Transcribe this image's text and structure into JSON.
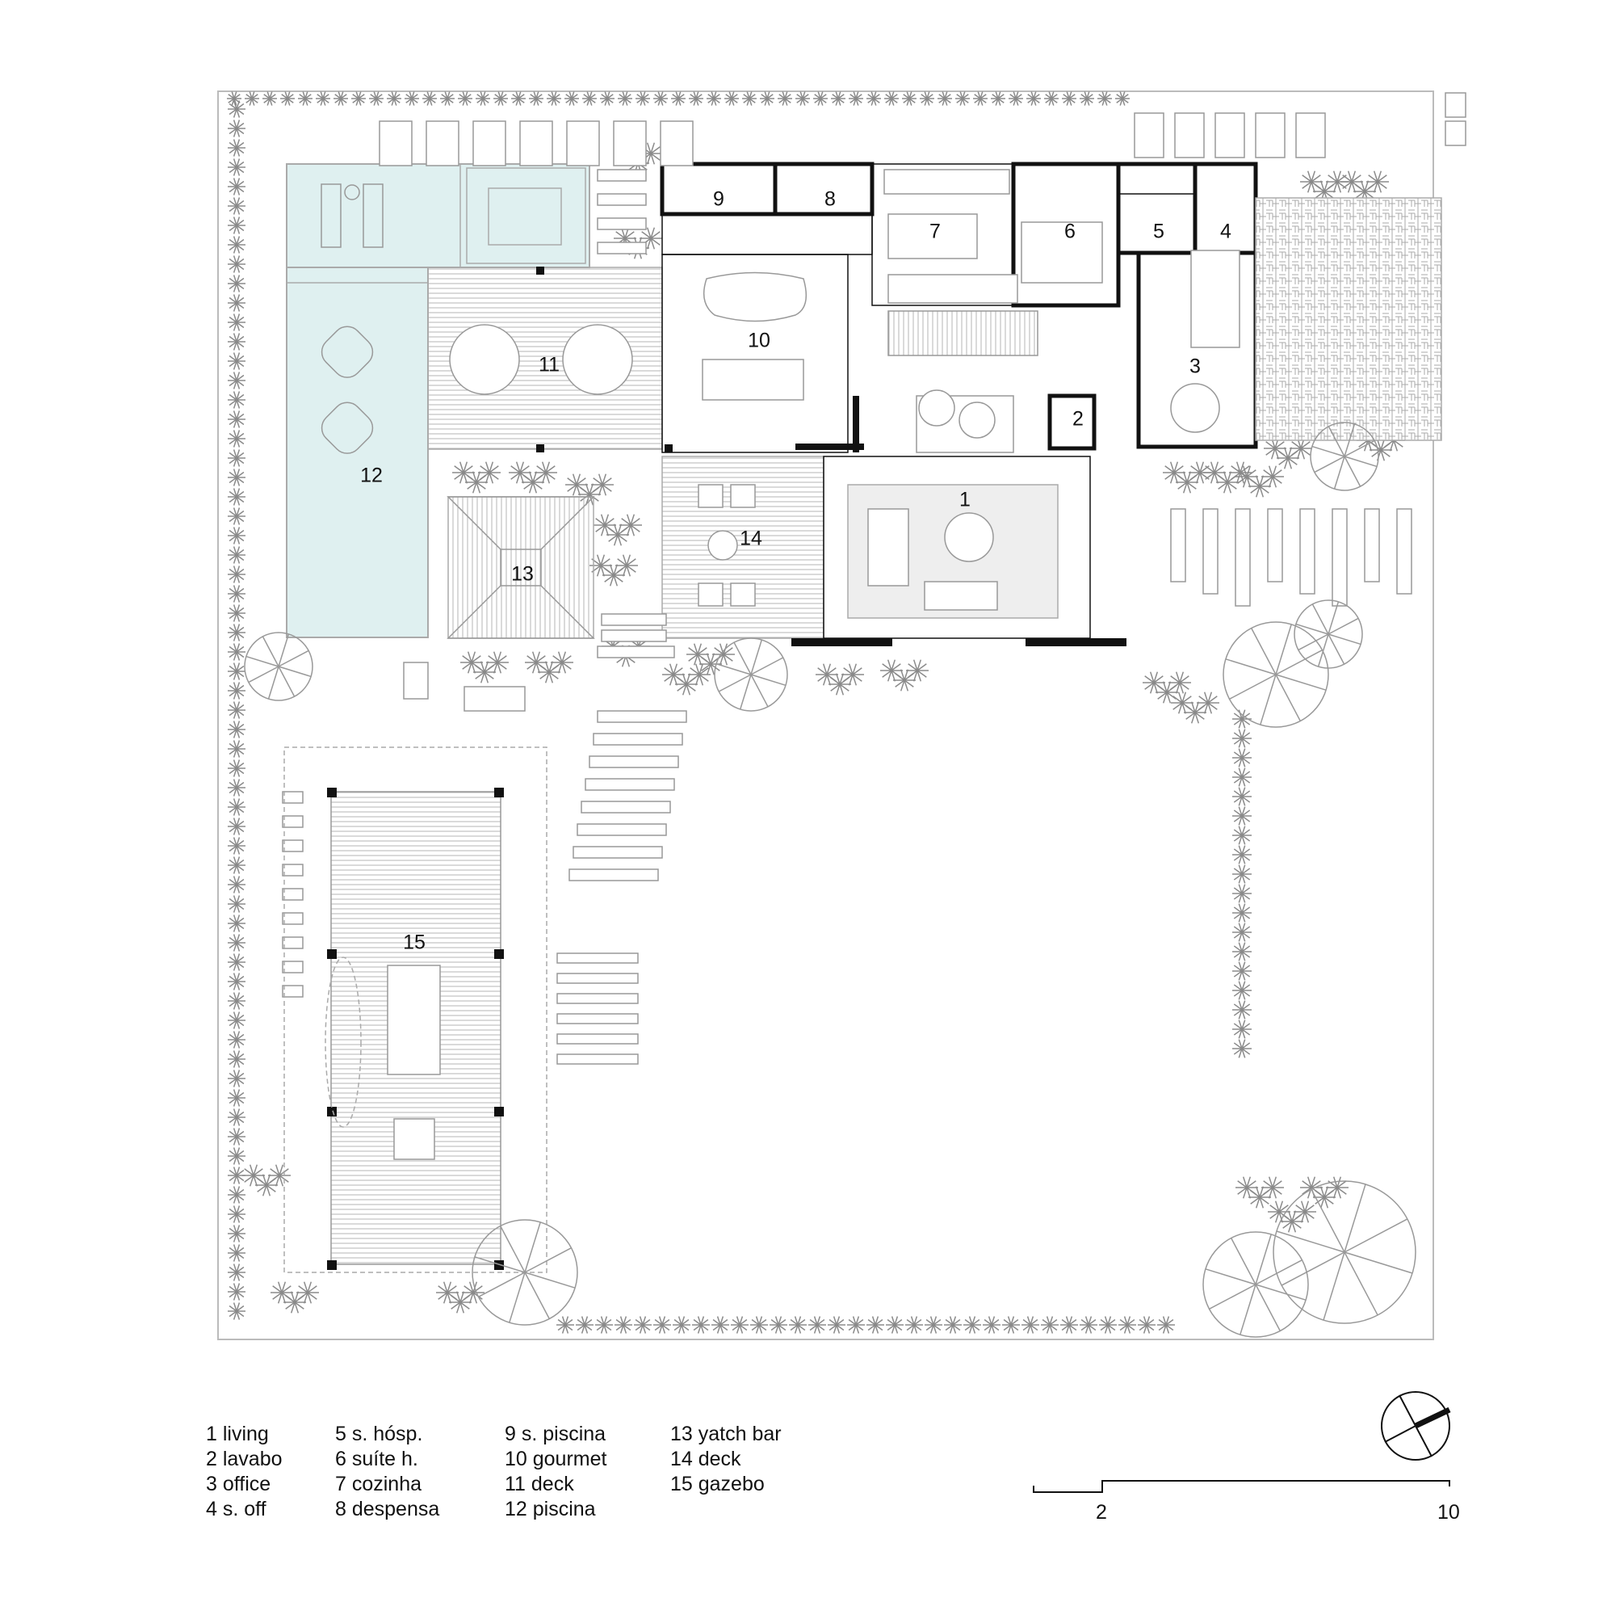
{
  "rooms": [
    {
      "num": "1",
      "name": "living"
    },
    {
      "num": "2",
      "name": "lavabo"
    },
    {
      "num": "3",
      "name": "office"
    },
    {
      "num": "4",
      "name": "s. off"
    },
    {
      "num": "5",
      "name": "s. hósp."
    },
    {
      "num": "6",
      "name": "suíte h."
    },
    {
      "num": "7",
      "name": "cozinha"
    },
    {
      "num": "8",
      "name": "despensa"
    },
    {
      "num": "9",
      "name": "s. piscina"
    },
    {
      "num": "10",
      "name": "gourmet"
    },
    {
      "num": "11",
      "name": "deck"
    },
    {
      "num": "12",
      "name": "piscina"
    },
    {
      "num": "13",
      "name": "yatch bar"
    },
    {
      "num": "14",
      "name": "deck"
    },
    {
      "num": "15",
      "name": "gazebo"
    }
  ],
  "legend": {
    "col1": [
      "1 living",
      " 2 lavabo",
      "3 office",
      "4 s. off"
    ],
    "col2": [
      "5 s. hósp.",
      "6 suíte h.",
      "7 cozinha",
      "8 despensa"
    ],
    "col3": [
      "9 s. piscina",
      "10 gourmet",
      "11 deck",
      "12 piscina"
    ],
    "col4": [
      "13 yatch bar",
      "14 deck",
      "15 gazebo"
    ]
  },
  "scale": {
    "mark_a": "2",
    "mark_b": "10"
  },
  "colors": {
    "pool": "#dff0f0",
    "wall": "#111111",
    "line": "#999999",
    "plant": "#8a8a8a"
  }
}
